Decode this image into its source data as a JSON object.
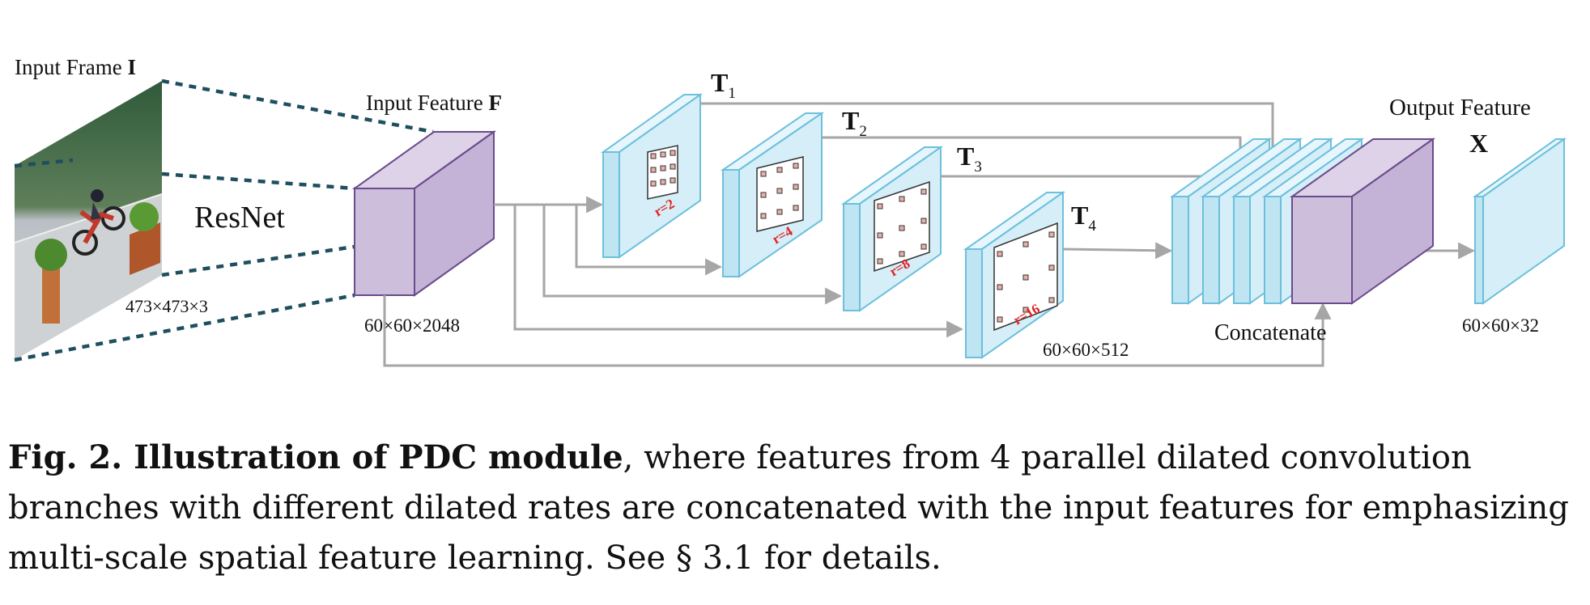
{
  "diagram": {
    "input_frame": {
      "label": "Input Frame",
      "symbol": "I",
      "dims": "473×473×3"
    },
    "backbone": {
      "label": "ResNet"
    },
    "input_feature": {
      "label": "Input Feature",
      "symbol": "F",
      "dims": "60×60×2048"
    },
    "branches": [
      {
        "name": "T",
        "sub": "1",
        "rate": "r=2"
      },
      {
        "name": "T",
        "sub": "2",
        "rate": "r=4"
      },
      {
        "name": "T",
        "sub": "3",
        "rate": "r=8"
      },
      {
        "name": "T",
        "sub": "4",
        "rate": "r=16"
      }
    ],
    "branch_dims": "60×60×512",
    "concat": {
      "label": "Concatenate"
    },
    "output": {
      "label": "Output Feature",
      "symbol": "X",
      "dims": "60×60×32"
    },
    "colors": {
      "feature_purple": "#cdbfdc",
      "feature_purple_edge": "#6a4b8c",
      "branch_blue": "#d5eef8",
      "branch_blue_edge": "#6cc0dc",
      "arrow_gray": "#a6a6a6",
      "dashed_teal": "#1f4f5f",
      "rate_red": "#e02020"
    }
  },
  "caption": {
    "prefix": "Fig. 2. Illustration of PDC module",
    "text": ", where features from 4 parallel dilated convolution branches with different dilated rates are concatenated with the input features for emphasizing multi-scale spatial feature learning. See § 3.1 for details."
  }
}
